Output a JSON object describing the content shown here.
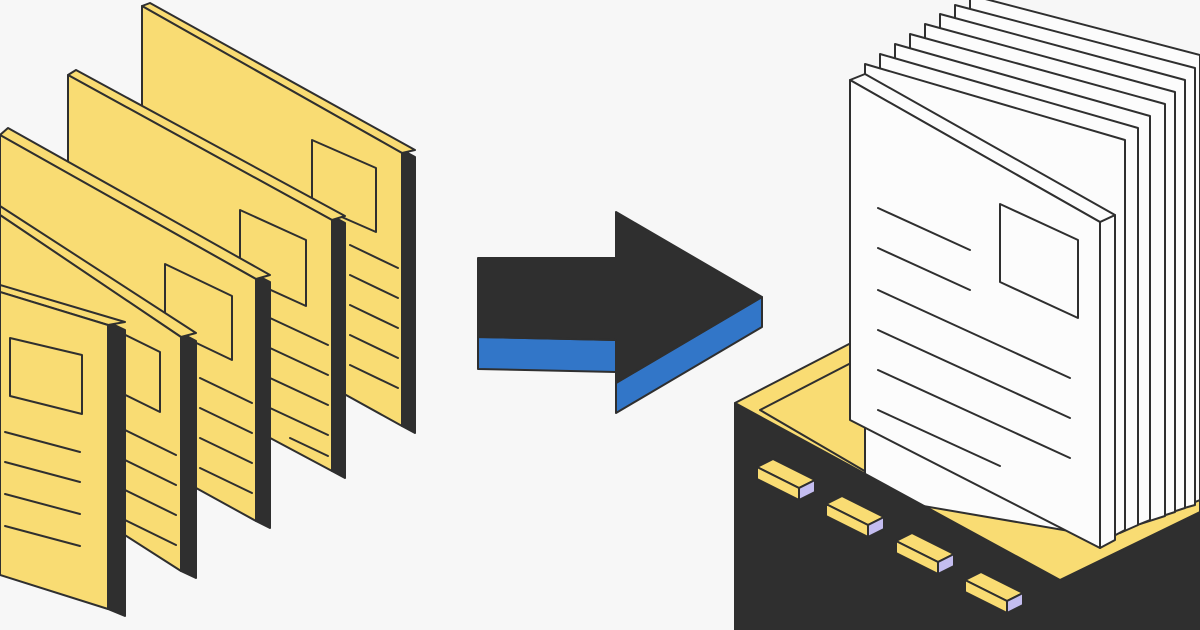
{
  "illustration": {
    "background": "#f7f7f7",
    "left_group": {
      "document_count": 5,
      "page_color": "#f9dc73",
      "edge_color": "#2f2f2f"
    },
    "arrow": {
      "direction": "right",
      "top_color": "#2f2f2f",
      "side_color": "#3276c8"
    },
    "right_group": {
      "sheet_color": "#fcfcfc",
      "tray_rim_color": "#f9dc73",
      "tray_body_color": "#2f2f2f",
      "slot_count": 4,
      "slot_color": "#f9dc73",
      "slot_side_color": "#c4bdf0"
    }
  }
}
